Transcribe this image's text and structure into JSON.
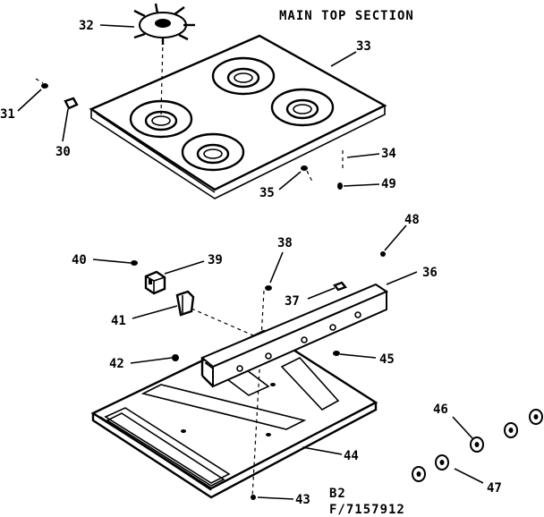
{
  "title": "MAIN TOP SECTION",
  "footer": {
    "line1": "B2",
    "line2": "F/7157912"
  },
  "callouts": {
    "p30": "30",
    "p31": "31",
    "p32": "32",
    "p33": "33",
    "p34": "34",
    "p35": "35",
    "p36": "36",
    "p37": "37",
    "p38": "38",
    "p39": "39",
    "p40": "40",
    "p41": "41",
    "p42": "42",
    "p43": "43",
    "p44": "44",
    "p45": "45",
    "p46": "46",
    "p47": "47",
    "p48": "48",
    "p49": "49"
  }
}
